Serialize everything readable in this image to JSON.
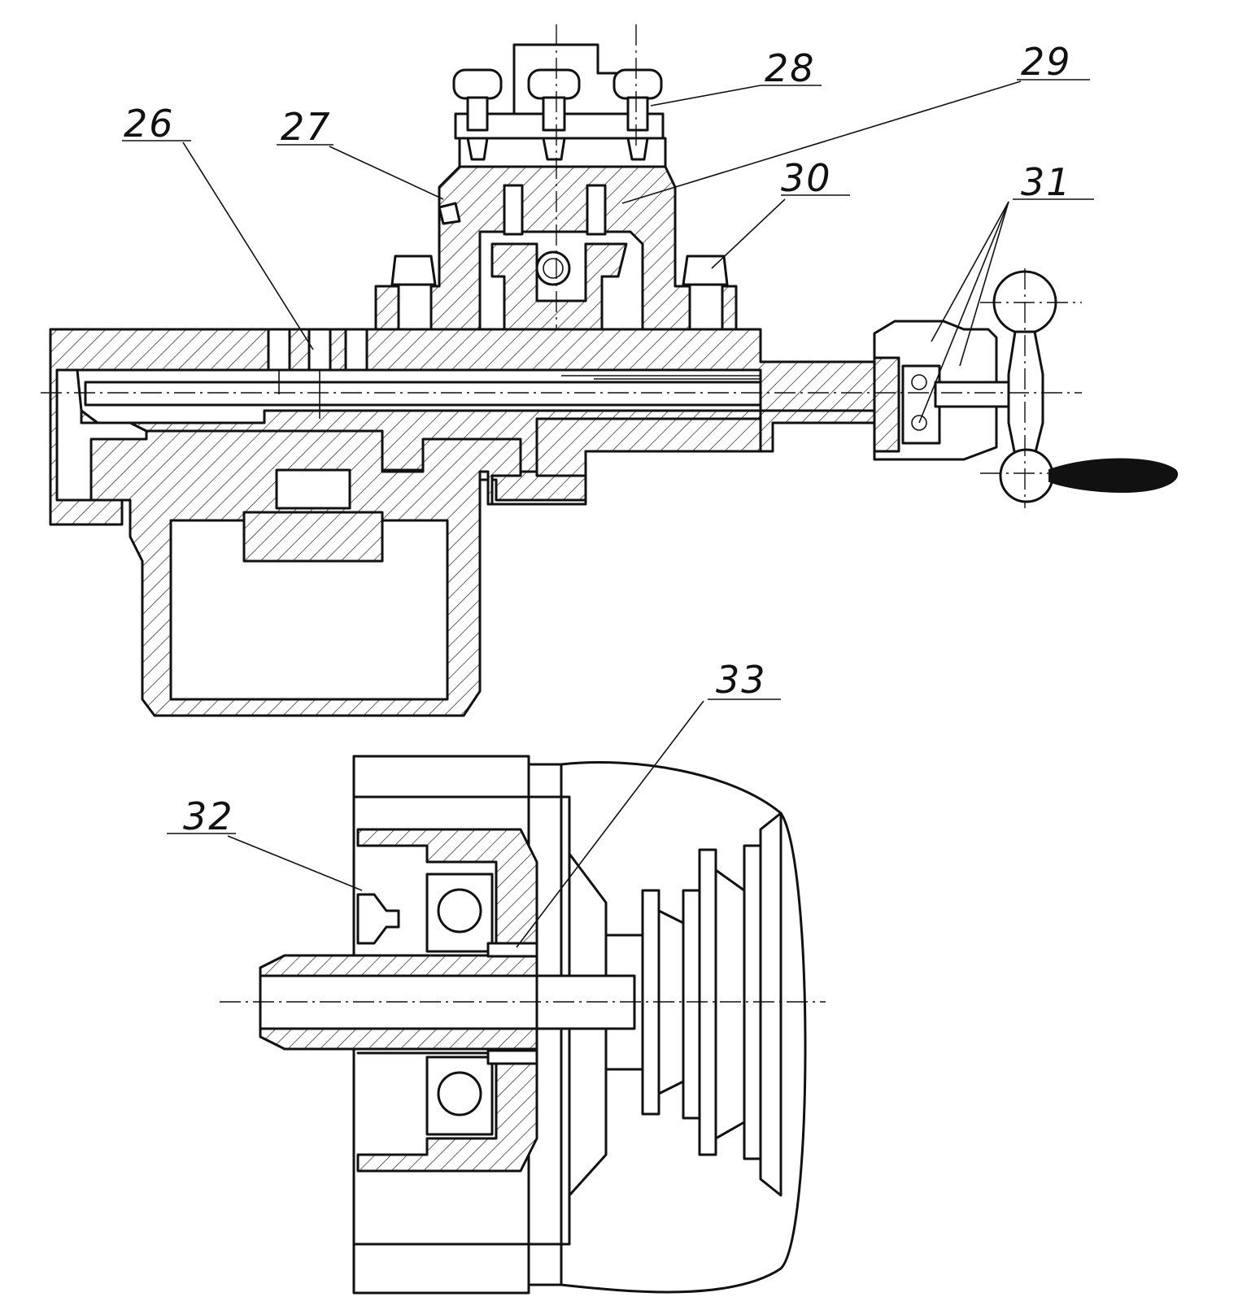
{
  "callouts": [
    {
      "id": "26",
      "label": "26"
    },
    {
      "id": "27",
      "label": "27"
    },
    {
      "id": "28",
      "label": "28"
    },
    {
      "id": "29",
      "label": "29"
    },
    {
      "id": "30",
      "label": "30"
    },
    {
      "id": "31",
      "label": "31"
    },
    {
      "id": "32",
      "label": "32"
    },
    {
      "id": "33",
      "label": "33"
    }
  ],
  "colors": {
    "ink": "#111111",
    "paper": "#ffffff"
  }
}
